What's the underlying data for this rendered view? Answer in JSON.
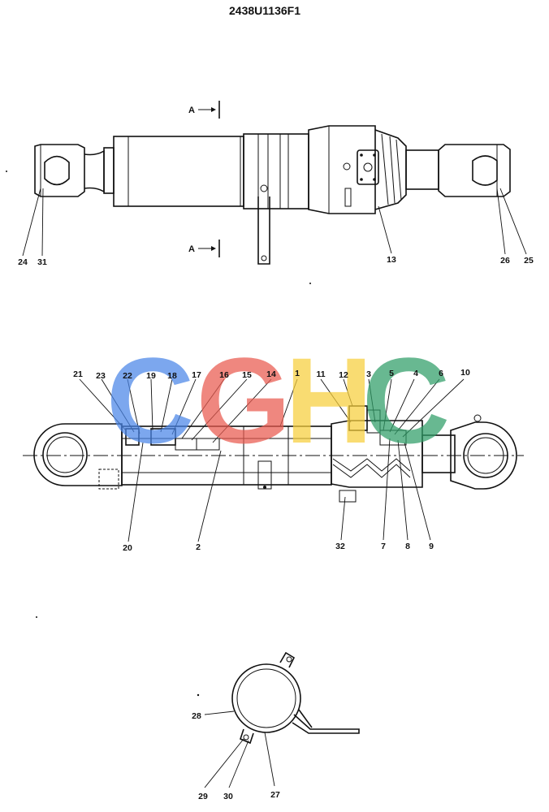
{
  "drawing": {
    "number": "2438U1136F1",
    "section_label": "A",
    "watermark": {
      "letters": [
        "C",
        "G",
        "H",
        "C"
      ],
      "colors": [
        "#4a86e8",
        "#ea5a4f",
        "#f7cf3c",
        "#2f9e67"
      ]
    },
    "callouts_top": [
      "24",
      "31",
      "13",
      "26",
      "25"
    ],
    "callouts_middle_top": [
      "21",
      "23",
      "22",
      "19",
      "18",
      "17",
      "16",
      "15",
      "14",
      "1",
      "11",
      "12",
      "3",
      "5",
      "4",
      "6",
      "10"
    ],
    "callouts_middle_bottom": [
      "20",
      "2",
      "32",
      "7",
      "8",
      "9"
    ],
    "callouts_bottom": [
      "28",
      "29",
      "30",
      "27"
    ]
  }
}
